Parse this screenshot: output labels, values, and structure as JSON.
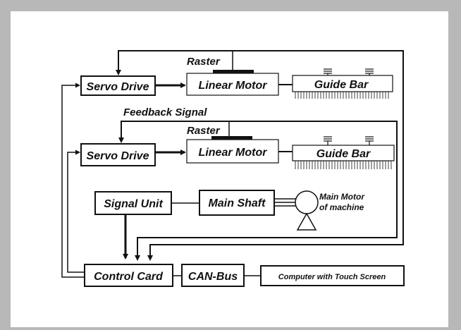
{
  "labels": {
    "raster_top": "Raster",
    "raster_mid": "Raster",
    "feedback_signal": "Feedback Signal",
    "main_motor_line1": "Main Motor",
    "main_motor_line2": "of machine"
  },
  "boxes": {
    "servo_drive_1": "Servo Drive",
    "linear_motor_1": "Linear Motor",
    "guide_bar_1": "Guide Bar",
    "servo_drive_2": "Servo Drive",
    "linear_motor_2": "Linear Motor",
    "guide_bar_2": "Guide Bar",
    "signal_unit": "Signal Unit",
    "main_shaft": "Main Shaft",
    "control_card": "Control Card",
    "can_bus": "CAN-Bus",
    "computer": "Computer with Touch Screen"
  },
  "colors": {
    "border": "#b8b8b8",
    "background": "#ffffff",
    "ink": "#111111"
  }
}
